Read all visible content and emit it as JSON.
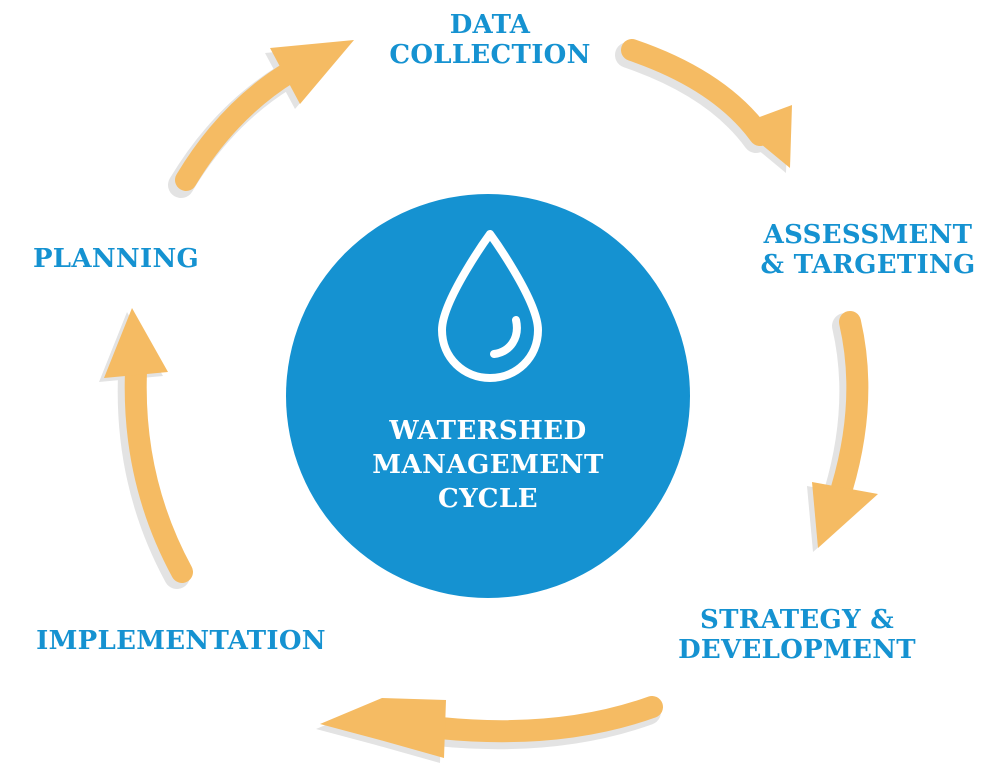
{
  "diagram": {
    "center": {
      "lines": [
        "WATERSHED",
        "MANAGEMENT",
        "CYCLE"
      ],
      "color": "#1592d1",
      "icon": "water-drop-icon"
    },
    "stages": [
      {
        "id": "data-collection",
        "lines": [
          "DATA",
          "COLLECTION"
        ]
      },
      {
        "id": "assessment-targeting",
        "lines": [
          "ASSESSMENT",
          "& TARGETING"
        ]
      },
      {
        "id": "strategy-development",
        "lines": [
          "STRATEGY &",
          "DEVELOPMENT"
        ]
      },
      {
        "id": "implementation",
        "lines": [
          "IMPLEMENTATION"
        ]
      },
      {
        "id": "planning",
        "lines": [
          "PLANNING"
        ]
      }
    ],
    "label_color": "#1592d1",
    "arrow_color": "#f5bb63",
    "arrow_shadow_color": "#e4e4e4",
    "arrow_direction": "clockwise"
  }
}
